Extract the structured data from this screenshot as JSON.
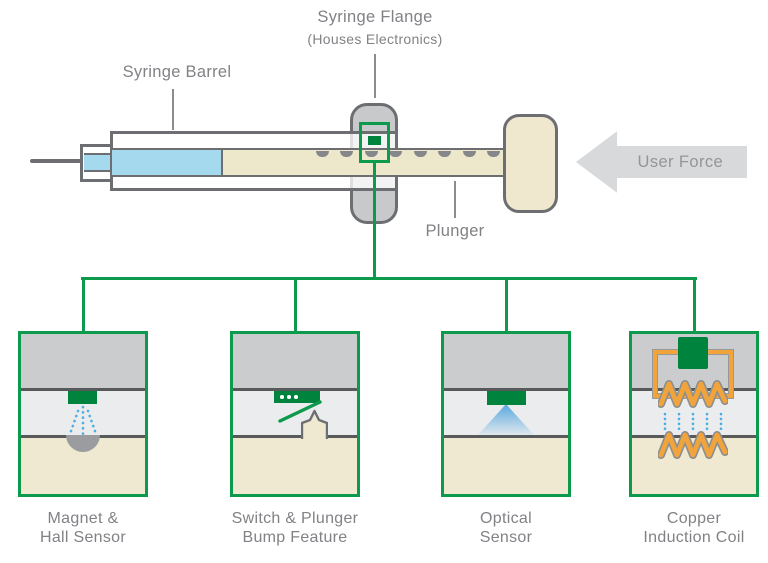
{
  "colors": {
    "sensor_green": "#00843D",
    "connector_green": "#0C9A4C",
    "outline_gray": "#6D6E71",
    "housing_gray": "#CBCCCD",
    "gap_light_gray": "#EBECED",
    "plunger_tan": "#EFE9D2",
    "liquid_blue": "#A5D9EE",
    "coil_orange": "#F2A43C",
    "flux_blue": "#4AAFE4",
    "label_gray": "#808285",
    "arrow_gray": "#D8D9DB"
  },
  "syringe": {
    "flange_label": {
      "title": "Syringe Flange",
      "subtitle": "(Houses Electronics)"
    },
    "barrel_label": "Syringe Barrel",
    "plunger_label": "Plunger",
    "user_force_label": "User Force"
  },
  "sensors": [
    {
      "id": "magnet-hall-sensor",
      "label_line1": "Magnet &",
      "label_line2": "Hall Sensor"
    },
    {
      "id": "switch-plunger-bump",
      "label_line1": "Switch & Plunger",
      "label_line2": "Bump Feature"
    },
    {
      "id": "optical-sensor",
      "label_line1": "Optical",
      "label_line2": "Sensor"
    },
    {
      "id": "copper-induction-coil",
      "label_line1": "Copper",
      "label_line2": "Induction Coil"
    }
  ]
}
